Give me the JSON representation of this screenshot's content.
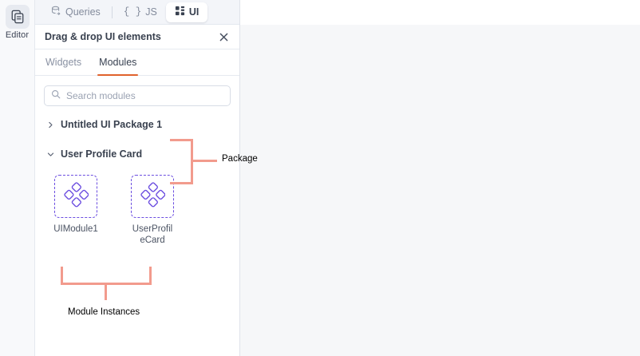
{
  "rail": {
    "items": [
      {
        "label": "Editor",
        "icon": "editor-pages-icon",
        "active": true
      }
    ]
  },
  "topbar": {
    "tabs": [
      {
        "label": "Queries",
        "icon": "database-queries-icon",
        "active": false
      },
      {
        "label": "JS",
        "icon": "js-braces-icon",
        "active": false
      },
      {
        "label": "UI",
        "icon": "ui-grid-icon",
        "active": true
      }
    ]
  },
  "panel": {
    "title": "Drag & drop UI elements",
    "close_icon": "close-icon",
    "subtabs": [
      {
        "label": "Widgets",
        "active": false
      },
      {
        "label": "Modules",
        "active": true
      }
    ],
    "search": {
      "placeholder": "Search modules",
      "value": "",
      "icon": "search-icon"
    },
    "tree": [
      {
        "label": "Untitled UI Package 1",
        "chevron": "chevron-right-icon",
        "expanded": false
      },
      {
        "label": "User Profile Card",
        "chevron": "chevron-down-icon",
        "expanded": true
      }
    ],
    "tiles": [
      {
        "label": "UIModule1",
        "icon": "module-diamonds-icon"
      },
      {
        "label": "UserProfileCard",
        "icon": "module-diamonds-icon"
      }
    ]
  },
  "annotations": {
    "accent_color": "#f29b8d",
    "package_label": "Package",
    "module_instances_label": "Module Instances"
  },
  "colors": {
    "tab_underline": "#e0622c",
    "module_border": "#6c4ee0",
    "canvas_bg": "#f6f7f9",
    "topbar_bg": "#f3f5f9"
  }
}
